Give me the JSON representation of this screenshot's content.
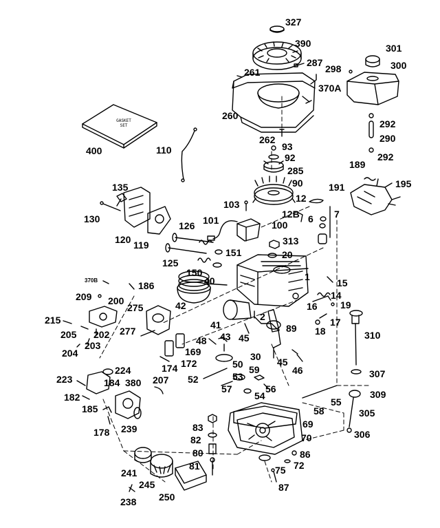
{
  "diagram": {
    "labels": [
      {
        "id": "327",
        "text": "327"
      },
      {
        "id": "390",
        "text": "390"
      },
      {
        "id": "287",
        "text": "287"
      },
      {
        "id": "261",
        "text": "261"
      },
      {
        "id": "370A",
        "text": "370A"
      },
      {
        "id": "260",
        "text": "260"
      },
      {
        "id": "301",
        "text": "301"
      },
      {
        "id": "298",
        "text": "298"
      },
      {
        "id": "300",
        "text": "300"
      },
      {
        "id": "292a",
        "text": "292"
      },
      {
        "id": "290",
        "text": "290"
      },
      {
        "id": "292b",
        "text": "292"
      },
      {
        "id": "262",
        "text": "262"
      },
      {
        "id": "93",
        "text": "93"
      },
      {
        "id": "92",
        "text": "92"
      },
      {
        "id": "285",
        "text": "285"
      },
      {
        "id": "90",
        "text": "90"
      },
      {
        "id": "400",
        "text": "400"
      },
      {
        "id": "110",
        "text": "110"
      },
      {
        "id": "189",
        "text": "189"
      },
      {
        "id": "191",
        "text": "191"
      },
      {
        "id": "195",
        "text": "195"
      },
      {
        "id": "135",
        "text": "135"
      },
      {
        "id": "130",
        "text": "130"
      },
      {
        "id": "120",
        "text": "120"
      },
      {
        "id": "119",
        "text": "119"
      },
      {
        "id": "103",
        "text": "103"
      },
      {
        "id": "12",
        "text": "12"
      },
      {
        "id": "12B",
        "text": "12B"
      },
      {
        "id": "6",
        "text": "6"
      },
      {
        "id": "7",
        "text": "7"
      },
      {
        "id": "126",
        "text": "126"
      },
      {
        "id": "101",
        "text": "101"
      },
      {
        "id": "100",
        "text": "100"
      },
      {
        "id": "313",
        "text": "313"
      },
      {
        "id": "125",
        "text": "125"
      },
      {
        "id": "151",
        "text": "151"
      },
      {
        "id": "20",
        "text": "20"
      },
      {
        "id": "150",
        "text": "150"
      },
      {
        "id": "40",
        "text": "40"
      },
      {
        "id": "1",
        "text": "1"
      },
      {
        "id": "15",
        "text": "15"
      },
      {
        "id": "186",
        "text": "186"
      },
      {
        "id": "209",
        "text": "209"
      },
      {
        "id": "200",
        "text": "200"
      },
      {
        "id": "275",
        "text": "275"
      },
      {
        "id": "42",
        "text": "42"
      },
      {
        "id": "14",
        "text": "14"
      },
      {
        "id": "16",
        "text": "16"
      },
      {
        "id": "19",
        "text": "19"
      },
      {
        "id": "2",
        "text": "2"
      },
      {
        "id": "89",
        "text": "89"
      },
      {
        "id": "17",
        "text": "17"
      },
      {
        "id": "18",
        "text": "18"
      },
      {
        "id": "215",
        "text": "215"
      },
      {
        "id": "205",
        "text": "205"
      },
      {
        "id": "202",
        "text": "202"
      },
      {
        "id": "41",
        "text": "41"
      },
      {
        "id": "45a",
        "text": "45"
      },
      {
        "id": "310",
        "text": "310"
      },
      {
        "id": "277",
        "text": "277"
      },
      {
        "id": "203",
        "text": "203"
      },
      {
        "id": "204",
        "text": "204"
      },
      {
        "id": "48",
        "text": "48"
      },
      {
        "id": "43",
        "text": "43"
      },
      {
        "id": "30",
        "text": "30"
      },
      {
        "id": "45b",
        "text": "45"
      },
      {
        "id": "169",
        "text": "169"
      },
      {
        "id": "172",
        "text": "172"
      },
      {
        "id": "174",
        "text": "174"
      },
      {
        "id": "50",
        "text": "50"
      },
      {
        "id": "46",
        "text": "46"
      },
      {
        "id": "224",
        "text": "224"
      },
      {
        "id": "223",
        "text": "223"
      },
      {
        "id": "184",
        "text": "184"
      },
      {
        "id": "380",
        "text": "380"
      },
      {
        "id": "207",
        "text": "207"
      },
      {
        "id": "52",
        "text": "52"
      },
      {
        "id": "53",
        "text": "53"
      },
      {
        "id": "59",
        "text": "59"
      },
      {
        "id": "307",
        "text": "307"
      },
      {
        "id": "182",
        "text": "182"
      },
      {
        "id": "57",
        "text": "57"
      },
      {
        "id": "56",
        "text": "56"
      },
      {
        "id": "54",
        "text": "54"
      },
      {
        "id": "309",
        "text": "309"
      },
      {
        "id": "55",
        "text": "55"
      },
      {
        "id": "185",
        "text": "185"
      },
      {
        "id": "58",
        "text": "58"
      },
      {
        "id": "305",
        "text": "305"
      },
      {
        "id": "178",
        "text": "178"
      },
      {
        "id": "239",
        "text": "239"
      },
      {
        "id": "83",
        "text": "83"
      },
      {
        "id": "69",
        "text": "69"
      },
      {
        "id": "306",
        "text": "306"
      },
      {
        "id": "82",
        "text": "82"
      },
      {
        "id": "70",
        "text": "70"
      },
      {
        "id": "80",
        "text": "80"
      },
      {
        "id": "86",
        "text": "86"
      },
      {
        "id": "72",
        "text": "72"
      },
      {
        "id": "81",
        "text": "81"
      },
      {
        "id": "241",
        "text": "241"
      },
      {
        "id": "75",
        "text": "75"
      },
      {
        "id": "245",
        "text": "245"
      },
      {
        "id": "250",
        "text": "250"
      },
      {
        "id": "87",
        "text": "87"
      },
      {
        "id": "238",
        "text": "238"
      },
      {
        "id": "370B",
        "text": "370B"
      }
    ],
    "gasket_set_text": "GASKET\nSET"
  }
}
